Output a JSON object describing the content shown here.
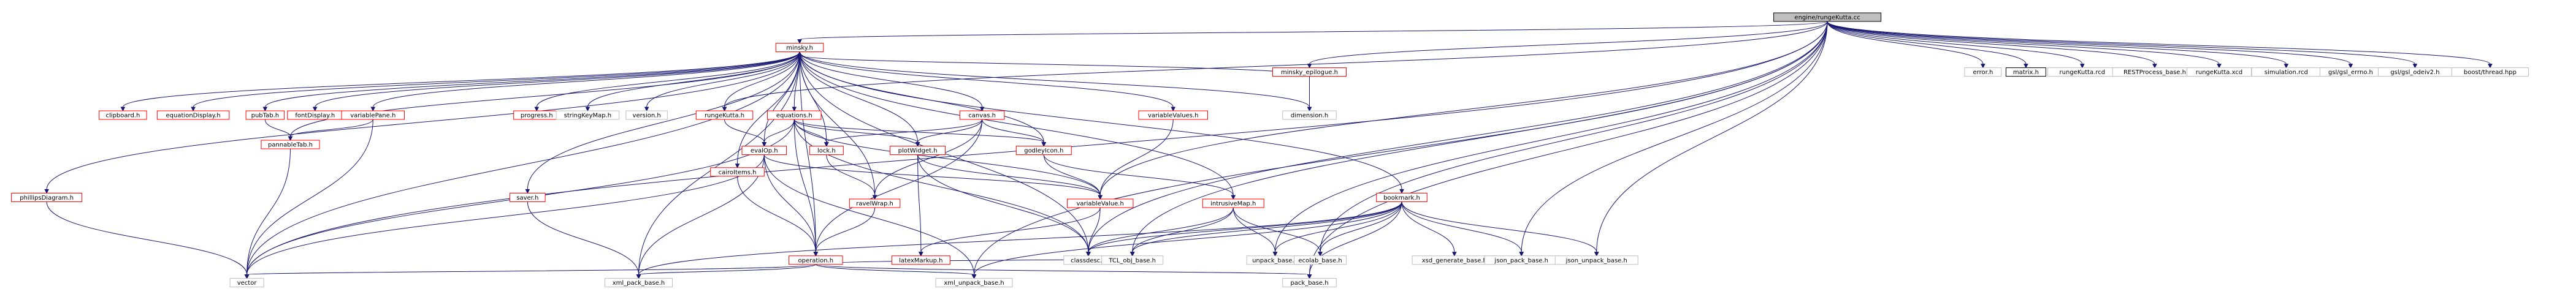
{
  "colors": {
    "edge": "#191970",
    "root_fill": "#bfbfbf",
    "node_border_doc": "#ff0000",
    "node_border_plain": "#bfbfbf",
    "node_border_root": "#000000",
    "text": "#000000"
  },
  "nodes": [
    {
      "id": "root",
      "label": "engine/rungeKutta.cc",
      "kind": "root"
    },
    {
      "id": "minsky",
      "label": "minsky.h",
      "kind": "doc"
    },
    {
      "id": "minsky_epilogue",
      "label": "minsky_epilogue.h",
      "kind": "doc"
    },
    {
      "id": "error",
      "label": "error.h",
      "kind": "plain"
    },
    {
      "id": "matrix",
      "label": "matrix.h",
      "kind": "plain-dark"
    },
    {
      "id": "rk_rcd",
      "label": "rungeKutta.rcd",
      "kind": "plain"
    },
    {
      "id": "restprocess",
      "label": "RESTProcess_base.h",
      "kind": "plain"
    },
    {
      "id": "rk_xcd",
      "label": "rungeKutta.xcd",
      "kind": "plain"
    },
    {
      "id": "sim_rcd",
      "label": "simulation.rcd",
      "kind": "plain"
    },
    {
      "id": "gsl_errno",
      "label": "gsl/gsl_errno.h",
      "kind": "plain"
    },
    {
      "id": "gsl_odeiv2",
      "label": "gsl/gsl_odeiv2.h",
      "kind": "plain"
    },
    {
      "id": "boost_thread",
      "label": "boost/thread.hpp",
      "kind": "plain"
    },
    {
      "id": "clipboard",
      "label": "clipboard.h",
      "kind": "doc"
    },
    {
      "id": "equationDisplay",
      "label": "equationDisplay.h",
      "kind": "doc"
    },
    {
      "id": "pubTab",
      "label": "pubTab.h",
      "kind": "doc"
    },
    {
      "id": "fontDisplay",
      "label": "fontDisplay.h",
      "kind": "doc"
    },
    {
      "id": "variablePane",
      "label": "variablePane.h",
      "kind": "doc"
    },
    {
      "id": "progress",
      "label": "progress.h",
      "kind": "doc"
    },
    {
      "id": "stringKeyMap",
      "label": "stringKeyMap.h",
      "kind": "plain"
    },
    {
      "id": "version",
      "label": "version.h",
      "kind": "plain"
    },
    {
      "id": "rungeKutta_h",
      "label": "rungeKutta.h",
      "kind": "doc"
    },
    {
      "id": "equations",
      "label": "equations.h",
      "kind": "doc"
    },
    {
      "id": "canvas",
      "label": "canvas.h",
      "kind": "doc"
    },
    {
      "id": "dimension",
      "label": "dimension.h",
      "kind": "plain"
    },
    {
      "id": "pannableTab",
      "label": "pannableTab.h",
      "kind": "doc"
    },
    {
      "id": "phillipsDiagram",
      "label": "phillipsDiagram.h",
      "kind": "doc"
    },
    {
      "id": "saver",
      "label": "saver.h",
      "kind": "doc"
    },
    {
      "id": "cairoItems",
      "label": "cairoItems.h",
      "kind": "doc"
    },
    {
      "id": "evalOp",
      "label": "evalOp.h",
      "kind": "doc"
    },
    {
      "id": "lock",
      "label": "lock.h",
      "kind": "doc"
    },
    {
      "id": "plotWidget",
      "label": "plotWidget.h",
      "kind": "doc"
    },
    {
      "id": "godleyIcon",
      "label": "godleyIcon.h",
      "kind": "doc"
    },
    {
      "id": "variableValues",
      "label": "variableValues.h",
      "kind": "doc"
    },
    {
      "id": "bookmark",
      "label": "bookmark.h",
      "kind": "doc"
    },
    {
      "id": "ravelWrap",
      "label": "ravelWrap.h",
      "kind": "doc"
    },
    {
      "id": "variableValue",
      "label": "variableValue.h",
      "kind": "doc"
    },
    {
      "id": "intrusiveMap",
      "label": "intrusiveMap.h",
      "kind": "doc"
    },
    {
      "id": "operation",
      "label": "operation.h",
      "kind": "doc"
    },
    {
      "id": "latexMarkup",
      "label": "latexMarkup.h",
      "kind": "doc"
    },
    {
      "id": "classdesc",
      "label": "classdesc.h",
      "kind": "plain"
    },
    {
      "id": "tcl_obj_base",
      "label": "TCL_obj_base.h",
      "kind": "plain"
    },
    {
      "id": "unpack_base",
      "label": "unpack_base.h",
      "kind": "plain"
    },
    {
      "id": "xsd_generate_base",
      "label": "xsd_generate_base.h",
      "kind": "plain"
    },
    {
      "id": "json_pack_base",
      "label": "json_pack_base.h",
      "kind": "plain"
    },
    {
      "id": "json_unpack_base",
      "label": "json_unpack_base.h",
      "kind": "plain"
    },
    {
      "id": "vector",
      "label": "vector",
      "kind": "plain"
    },
    {
      "id": "xml_pack_base",
      "label": "xml_pack_base.h",
      "kind": "plain"
    },
    {
      "id": "xml_unpack_base",
      "label": "xml_unpack_base.h",
      "kind": "plain"
    },
    {
      "id": "pack_base",
      "label": "pack_base.h",
      "kind": "plain"
    },
    {
      "id": "ecolab_base",
      "label": "ecolab_base.h",
      "kind": "plain"
    }
  ],
  "edges": [
    [
      "root",
      "minsky"
    ],
    [
      "root",
      "minsky_epilogue"
    ],
    [
      "root",
      "error"
    ],
    [
      "root",
      "matrix"
    ],
    [
      "root",
      "rk_rcd"
    ],
    [
      "root",
      "restprocess"
    ],
    [
      "root",
      "rk_xcd"
    ],
    [
      "root",
      "sim_rcd"
    ],
    [
      "root",
      "gsl_errno"
    ],
    [
      "root",
      "gsl_odeiv2"
    ],
    [
      "root",
      "boost_thread"
    ],
    [
      "root",
      "vector"
    ],
    [
      "root",
      "pack_base"
    ],
    [
      "root",
      "rungeKutta_h"
    ],
    [
      "root",
      "variableValue"
    ],
    [
      "root",
      "classdesc"
    ],
    [
      "root",
      "tcl_obj_base"
    ],
    [
      "root",
      "unpack_base"
    ],
    [
      "root",
      "json_pack_base"
    ],
    [
      "root",
      "json_unpack_base"
    ],
    [
      "root",
      "xml_unpack_base"
    ],
    [
      "root",
      "ecolab_base"
    ],
    [
      "minsky",
      "clipboard"
    ],
    [
      "minsky",
      "equationDisplay"
    ],
    [
      "minsky",
      "pubTab"
    ],
    [
      "minsky",
      "fontDisplay"
    ],
    [
      "minsky",
      "variablePane"
    ],
    [
      "minsky",
      "progress"
    ],
    [
      "minsky",
      "stringKeyMap"
    ],
    [
      "minsky",
      "version"
    ],
    [
      "minsky",
      "rungeKutta_h"
    ],
    [
      "minsky",
      "equations"
    ],
    [
      "minsky",
      "canvas"
    ],
    [
      "minsky",
      "dimension"
    ],
    [
      "minsky",
      "pannableTab"
    ],
    [
      "minsky",
      "phillipsDiagram"
    ],
    [
      "minsky",
      "saver"
    ],
    [
      "minsky",
      "cairoItems"
    ],
    [
      "minsky",
      "evalOp"
    ],
    [
      "minsky",
      "lock"
    ],
    [
      "minsky",
      "plotWidget"
    ],
    [
      "minsky",
      "godleyIcon"
    ],
    [
      "minsky",
      "variableValues"
    ],
    [
      "minsky",
      "bookmark"
    ],
    [
      "minsky",
      "ravelWrap"
    ],
    [
      "minsky",
      "intrusiveMap"
    ],
    [
      "minsky",
      "operation"
    ],
    [
      "minsky",
      "vector"
    ],
    [
      "minsky",
      "xml_pack_base"
    ],
    [
      "minsky",
      "classdesc"
    ],
    [
      "minsky_epilogue",
      "dimension"
    ],
    [
      "minsky_epilogue",
      "minsky"
    ],
    [
      "pubTab",
      "pannableTab"
    ],
    [
      "variablePane",
      "pannableTab"
    ],
    [
      "variablePane",
      "vector"
    ],
    [
      "pannableTab",
      "vector"
    ],
    [
      "rungeKutta_h",
      "evalOp"
    ],
    [
      "equations",
      "evalOp"
    ],
    [
      "equations",
      "lock"
    ],
    [
      "equations",
      "godleyIcon"
    ],
    [
      "equations",
      "plotWidget"
    ],
    [
      "equations",
      "operation"
    ],
    [
      "equations",
      "vector"
    ],
    [
      "equations",
      "classdesc"
    ],
    [
      "equations",
      "variableValue"
    ],
    [
      "canvas",
      "lock"
    ],
    [
      "canvas",
      "plotWidget"
    ],
    [
      "canvas",
      "godleyIcon"
    ],
    [
      "canvas",
      "ravelWrap"
    ],
    [
      "canvas",
      "operation"
    ],
    [
      "phillipsDiagram",
      "vector"
    ],
    [
      "saver",
      "xml_pack_base"
    ],
    [
      "cairoItems",
      "operation"
    ],
    [
      "evalOp",
      "operation"
    ],
    [
      "evalOp",
      "variableValue"
    ],
    [
      "evalOp",
      "vector"
    ],
    [
      "evalOp",
      "xml_pack_base"
    ],
    [
      "evalOp",
      "xml_unpack_base"
    ],
    [
      "lock",
      "ravelWrap"
    ],
    [
      "plotWidget",
      "variableValue"
    ],
    [
      "plotWidget",
      "latexMarkup"
    ],
    [
      "plotWidget",
      "classdesc"
    ],
    [
      "godleyIcon",
      "variableValue"
    ],
    [
      "godleyIcon",
      "intrusiveMap"
    ],
    [
      "variableValues",
      "variableValue"
    ],
    [
      "ravelWrap",
      "operation"
    ],
    [
      "variableValue",
      "latexMarkup"
    ],
    [
      "variableValue",
      "classdesc"
    ],
    [
      "intrusiveMap",
      "classdesc"
    ],
    [
      "intrusiveMap",
      "tcl_obj_base"
    ],
    [
      "intrusiveMap",
      "unpack_base"
    ],
    [
      "intrusiveMap",
      "ecolab_base"
    ],
    [
      "bookmark",
      "classdesc"
    ],
    [
      "bookmark",
      "tcl_obj_base"
    ],
    [
      "bookmark",
      "unpack_base"
    ],
    [
      "bookmark",
      "ecolab_base"
    ],
    [
      "bookmark",
      "xsd_generate_base"
    ],
    [
      "bookmark",
      "json_pack_base"
    ],
    [
      "bookmark",
      "json_unpack_base"
    ],
    [
      "bookmark",
      "xml_pack_base"
    ],
    [
      "bookmark",
      "xml_unpack_base"
    ],
    [
      "bookmark",
      "pack_base"
    ],
    [
      "operation",
      "vector"
    ],
    [
      "operation",
      "xml_pack_base"
    ],
    [
      "operation",
      "xml_unpack_base"
    ],
    [
      "operation",
      "pack_base"
    ],
    [
      "operation",
      "classdesc"
    ]
  ]
}
